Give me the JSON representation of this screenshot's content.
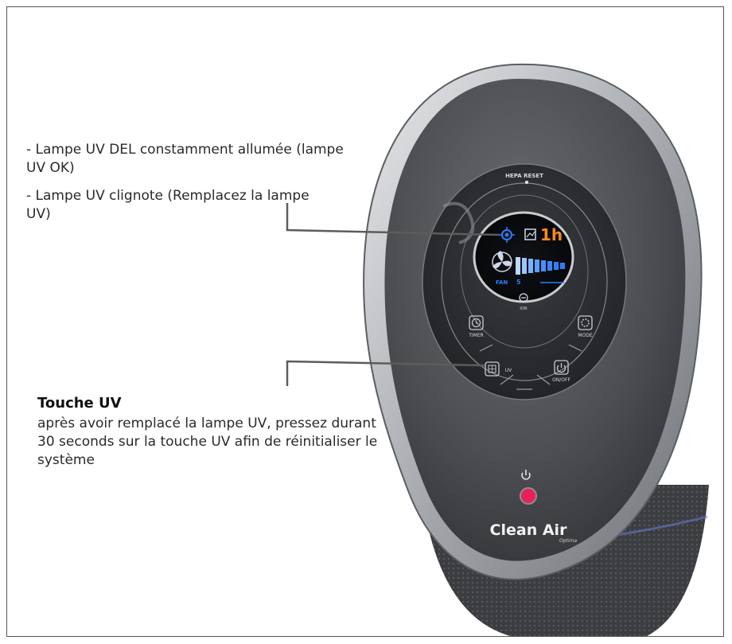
{
  "notes": {
    "led_constant": "- Lampe UV DEL constamment allumée (lampe UV OK)",
    "led_blinking": "- Lampe UV clignote (Remplacez la lampe UV)"
  },
  "uv_key": {
    "title": "Touche UV",
    "description": "après avoir remplacé la lampe UV, pressez durant 30 seconds sur la touche UV afin de réinitialiser le système"
  },
  "device": {
    "hepa_reset_label": "HEPA RESET",
    "timer_label": "TIMER",
    "mode_label": "MODE",
    "uv_label": "UV",
    "onoff_label": "ON/OFF",
    "display": {
      "fan_label": "FAN",
      "fan_speed": "5",
      "timer_digits": "1h",
      "ion_label": "ION"
    },
    "brand": {
      "name": "Clean Air",
      "tagline": "Optima"
    }
  },
  "colors": {
    "display_blue": "#2f7dff",
    "display_orange": "#ff8a1e",
    "power_led_pink": "#e8215c",
    "body_dark": "#4a4c50",
    "rim_silver": "#b9bcc1"
  }
}
